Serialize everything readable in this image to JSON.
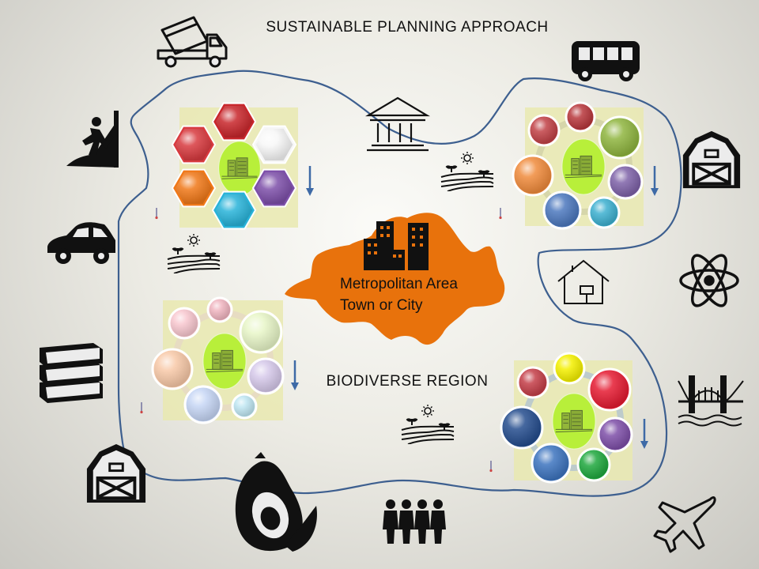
{
  "header": {
    "title": "SUSTAINABLE  PLANNING  APPROACH"
  },
  "region": {
    "label": "BIODIVERSE  REGION"
  },
  "metro": {
    "line1": "Metropolitan Area",
    "line2": "Town or City"
  },
  "colors": {
    "region_outline": "#3d5f8f",
    "metro_fill": "#e8720c",
    "panel_fill": "#e9e9b0",
    "center_ellipse": "#b8ef3a",
    "arrow": "#3e6aa6"
  },
  "clusters": [
    {
      "name": "hexagon-cluster",
      "colors": [
        "#c8262b",
        "#d83a3f",
        "#f7f7f7",
        "#7d4fa9",
        "#28b3d9",
        "#f07818"
      ]
    },
    {
      "name": "circle-cluster-top-right",
      "colors": [
        "#b8373c",
        "#8fb53f",
        "#7e62a8",
        "#3db0d0",
        "#4c78be",
        "#f08b3c",
        "#c14146"
      ]
    },
    {
      "name": "circle-cluster-bottom-left",
      "colors": [
        "#f0b5c0",
        "#e8f6c8",
        "#d6c9ea",
        "#bfe6f2",
        "#c6d6f5",
        "#f8c9a8",
        "#f8c7cf"
      ]
    },
    {
      "name": "circle-cluster-bottom-right",
      "colors": [
        "#f4f000",
        "#e51b32",
        "#7e4fa8",
        "#1fa83e",
        "#3d74bf",
        "#254d8e",
        "#c43e48"
      ]
    }
  ],
  "icons": [
    "cement-truck-icon",
    "bus-icon",
    "climber-icon",
    "museum-icon",
    "farm-field-icon",
    "barn-icon",
    "car-icon",
    "house-icon",
    "atom-icon",
    "books-icon",
    "bridge-icon",
    "barn-small-icon",
    "avocado-icon",
    "people-icon",
    "airplane-icon",
    "city-buildings-icon"
  ]
}
